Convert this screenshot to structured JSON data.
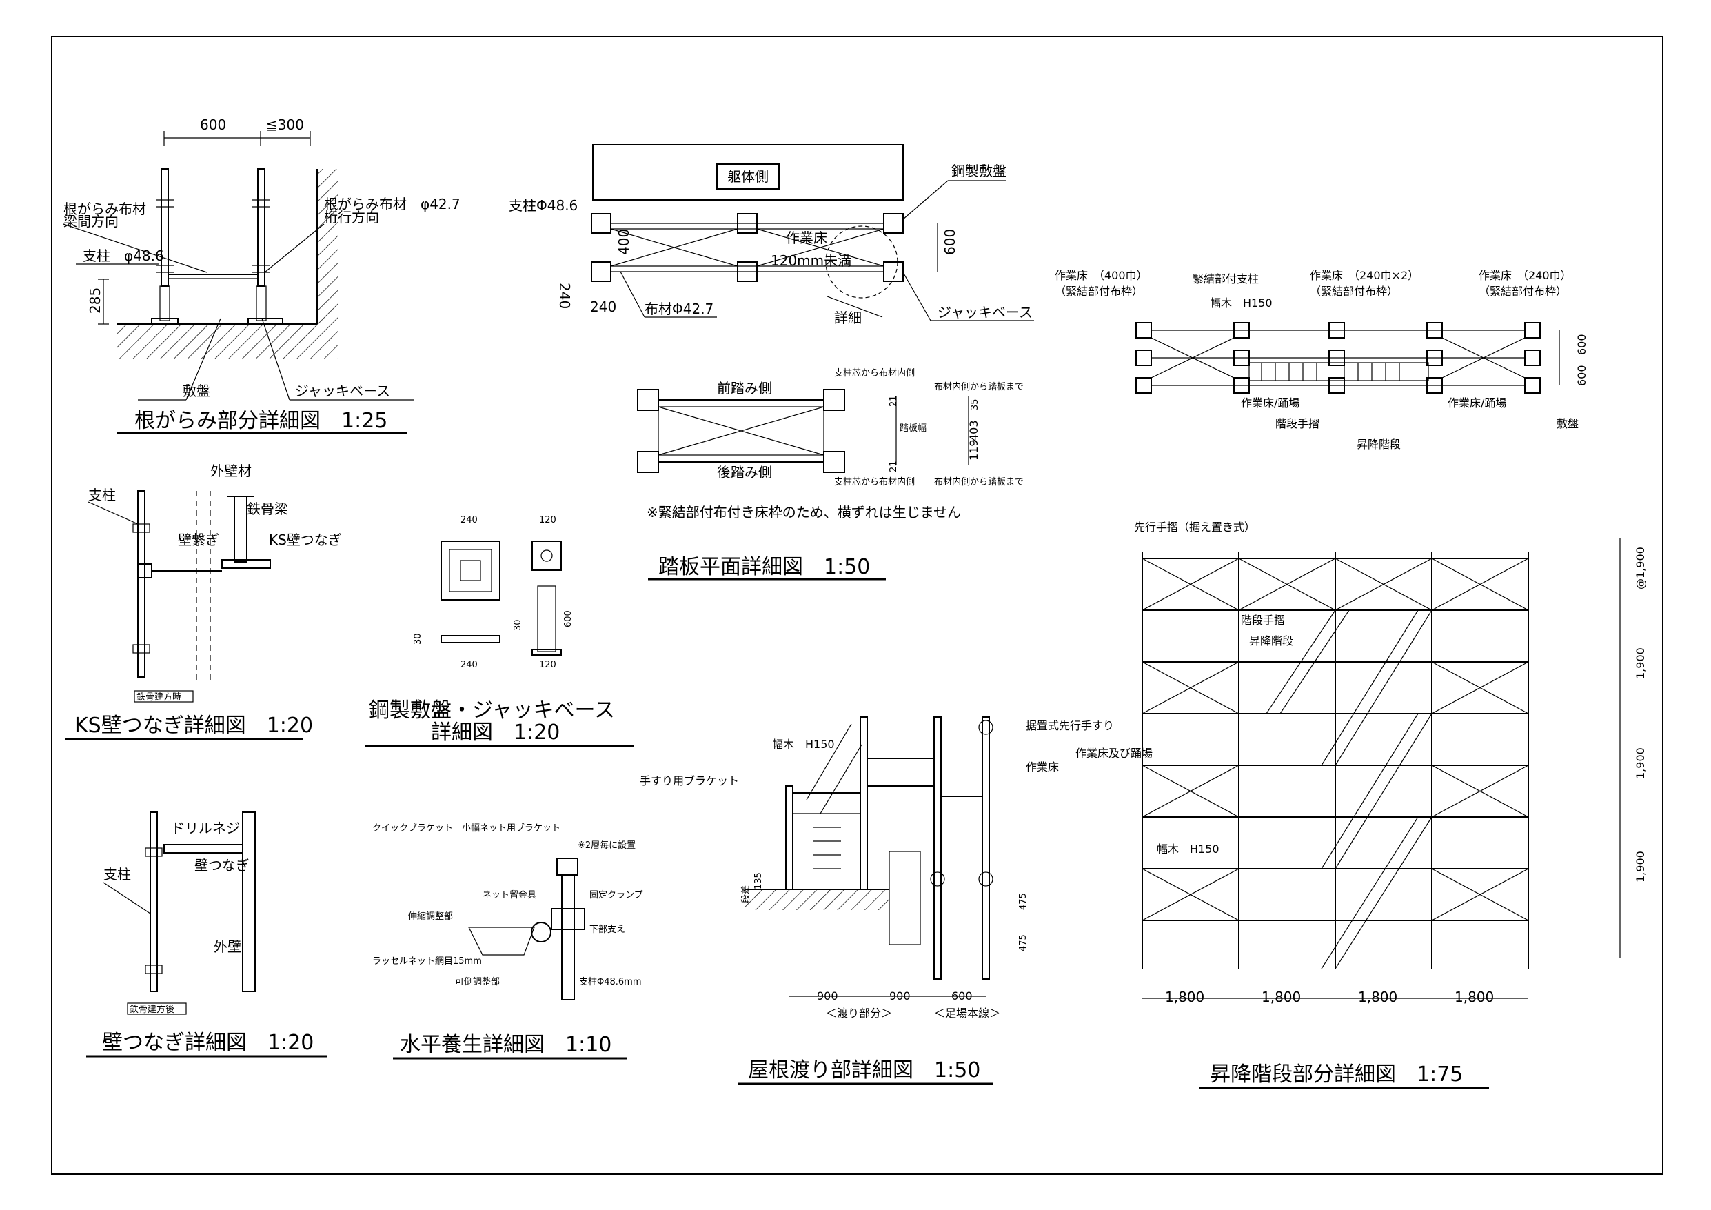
{
  "titles": {
    "negarami": "根がらみ部分詳細図　1:25",
    "ks_kabetsunagi": "KS壁つなぎ詳細図　1:20",
    "kabetsunagi": "壁つなぎ詳細図　1:20",
    "shiban_line1": "鋼製敷盤・ジャッキベース",
    "shiban_line2": "詳細図　1:20",
    "suihei": "水平養生詳細図　1:10",
    "fumiita": "踏板平面詳細図　1:50",
    "yanewatari": "屋根渡り部詳細図　1:50",
    "shoukou": "昇降階段部分詳細図　1:75"
  },
  "negarami": {
    "dim_600": "600",
    "dim_300": "≦300",
    "dim_285": "285",
    "lbl_nuno_hari1": "根がらみ布材",
    "lbl_nuno_hari2": "梁間方向",
    "lbl_nuno_keta1": "根がらみ布材　φ42.7",
    "lbl_nuno_keta2": "桁行方向",
    "lbl_shichu": "支柱　φ48.6",
    "lbl_shiban": "敷盤",
    "lbl_jack": "ジャッキベース"
  },
  "plan_top": {
    "lbl_kutai": "躯体側",
    "lbl_koseishiban": "鋼製敷盤",
    "lbl_shichu": "支柱Φ48.6",
    "lbl_400": "400",
    "lbl_sagyoyuka": "作業床",
    "lbl_120": "120mm未満",
    "lbl_600": "600",
    "lbl_240v": "240",
    "lbl_240h": "240",
    "lbl_nuno": "布材Φ42.7",
    "lbl_shosai": "詳細",
    "lbl_jack": "ジャッキベース"
  },
  "fumiita": {
    "lbl_mae": "前踏み側",
    "lbl_ushiro": "後踏み側",
    "lbl_top_note": "支柱芯から布材内側",
    "lbl_top_note2": "布材内側から踏板まで",
    "lbl_bot_note": "支柱芯から布材内側",
    "lbl_bot_note2": "布材内側から踏板まで",
    "lbl_fumihaba": "踏板幅",
    "dim_21a": "21",
    "dim_35": "35",
    "dim_403": "403",
    "dim_119": "119",
    "dim_21b": "21",
    "note": "※緊結部付布付き床枠のため、横ずれは生じません"
  },
  "ks": {
    "lbl_gaiheki": "外壁材",
    "lbl_shichu": "支柱",
    "lbl_tekkotsu": "鉄骨梁",
    "lbl_kabetsunagi": "壁繋ぎ",
    "lbl_ks": "KS壁つなぎ",
    "lbl_note": "鉄骨建方時"
  },
  "kabe": {
    "lbl_drill": "ドリルネジ",
    "lbl_kabetsunagi": "壁つなぎ",
    "lbl_shichu": "支柱",
    "lbl_gaiheki": "外壁",
    "lbl_note": "鉄骨建方後"
  },
  "shiban": {
    "dim_240a": "240",
    "dim_120a": "120",
    "dim_30a": "30",
    "dim_240b": "240",
    "dim_30b": "30",
    "dim_600": "600",
    "dim_120b": "120"
  },
  "suihei": {
    "lbl_quick": "クイックブラケット　小幅ネット用ブラケット",
    "lbl_note": "※2層毎に設置",
    "lbl_net": "ネット留金具",
    "lbl_shinshuku": "伸縮調整部",
    "lbl_kotei": "固定クランプ",
    "lbl_kabu": "下部支え",
    "lbl_russel": "ラッセルネット網目15mm",
    "lbl_kadou": "可倒調整部",
    "lbl_shichu": "支柱Φ48.6mm"
  },
  "yane": {
    "lbl_habaki": "幅木　H150",
    "lbl_bracket": "手すり用ブラケット",
    "lbl_suewoki": "据置式先行手すり",
    "lbl_sagyoyuka": "作業床",
    "lbl_dannsa": "段差",
    "dim_135": "135",
    "dim_475a": "475",
    "dim_475b": "475",
    "dim_900a": "900",
    "dim_900b": "900",
    "dim_600": "600",
    "lbl_watari": "＜渡り部分＞",
    "lbl_ashiba": "＜足場本線＞"
  },
  "shoukou": {
    "lbl_sakko": "先行手摺（据え置き式）",
    "lbl_kaidan_tesuri": "階段手摺",
    "lbl_shoukou": "昇降階段",
    "lbl_sagyoyuka": "作業床及び踊場",
    "lbl_habaki": "幅木　H150",
    "dim_h1": "@1,900",
    "dim_h2": "1,900",
    "dim_h3": "1,900",
    "dim_h4": "1,900",
    "dim_w1": "1,800",
    "dim_w2": "1,800",
    "dim_w3": "1,800",
    "dim_w4": "1,800"
  },
  "plan_right": {
    "lbl_yuka400": "作業床　（400巾）",
    "lbl_yuka400b": "（緊結部付布枠）",
    "lbl_kinketsu": "緊結部付支柱",
    "lbl_habaki": "幅木　H150",
    "lbl_yuka240x2": "作業床　（240巾×2）",
    "lbl_yuka240x2b": "（緊結部付布枠）",
    "lbl_yuka240": "作業床　（240巾）",
    "lbl_yuka240b": "（緊結部付布枠）",
    "dim_600a": "600",
    "dim_600b": "600",
    "lbl_odoriba1": "作業床/踊場",
    "lbl_tesuri": "階段手摺",
    "lbl_shoukou": "昇降階段",
    "lbl_odoriba2": "作業床/踊場",
    "lbl_shiban": "敷盤"
  }
}
